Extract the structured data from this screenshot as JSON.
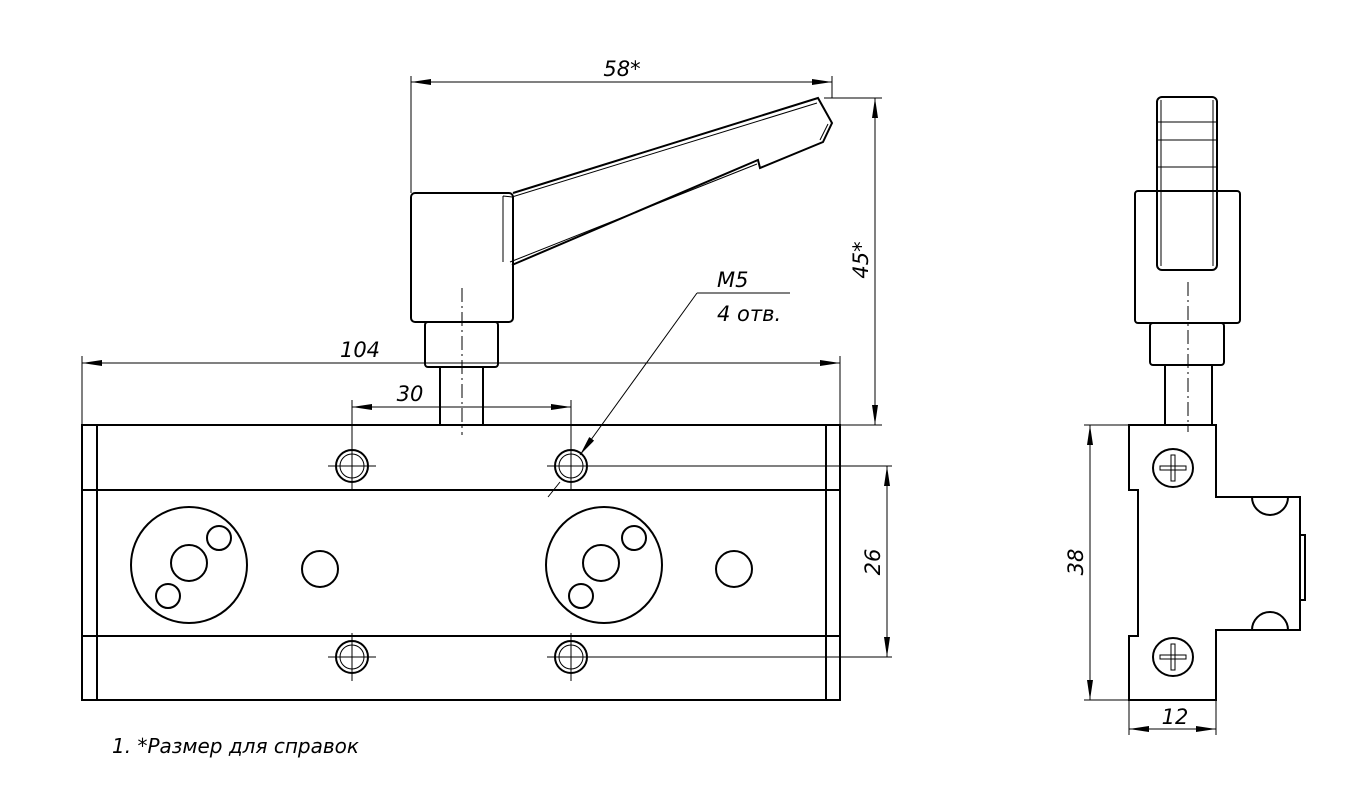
{
  "dimensions": {
    "handle_width": "58*",
    "handle_height": "45*",
    "total_length": "104",
    "hole_spacing_x": "30",
    "hole_spacing_y": "26",
    "side_height": "38",
    "side_width": "12"
  },
  "callout": {
    "thread": "M5",
    "count": "4 отв."
  },
  "notes": [
    "1. *Размер для справок"
  ]
}
